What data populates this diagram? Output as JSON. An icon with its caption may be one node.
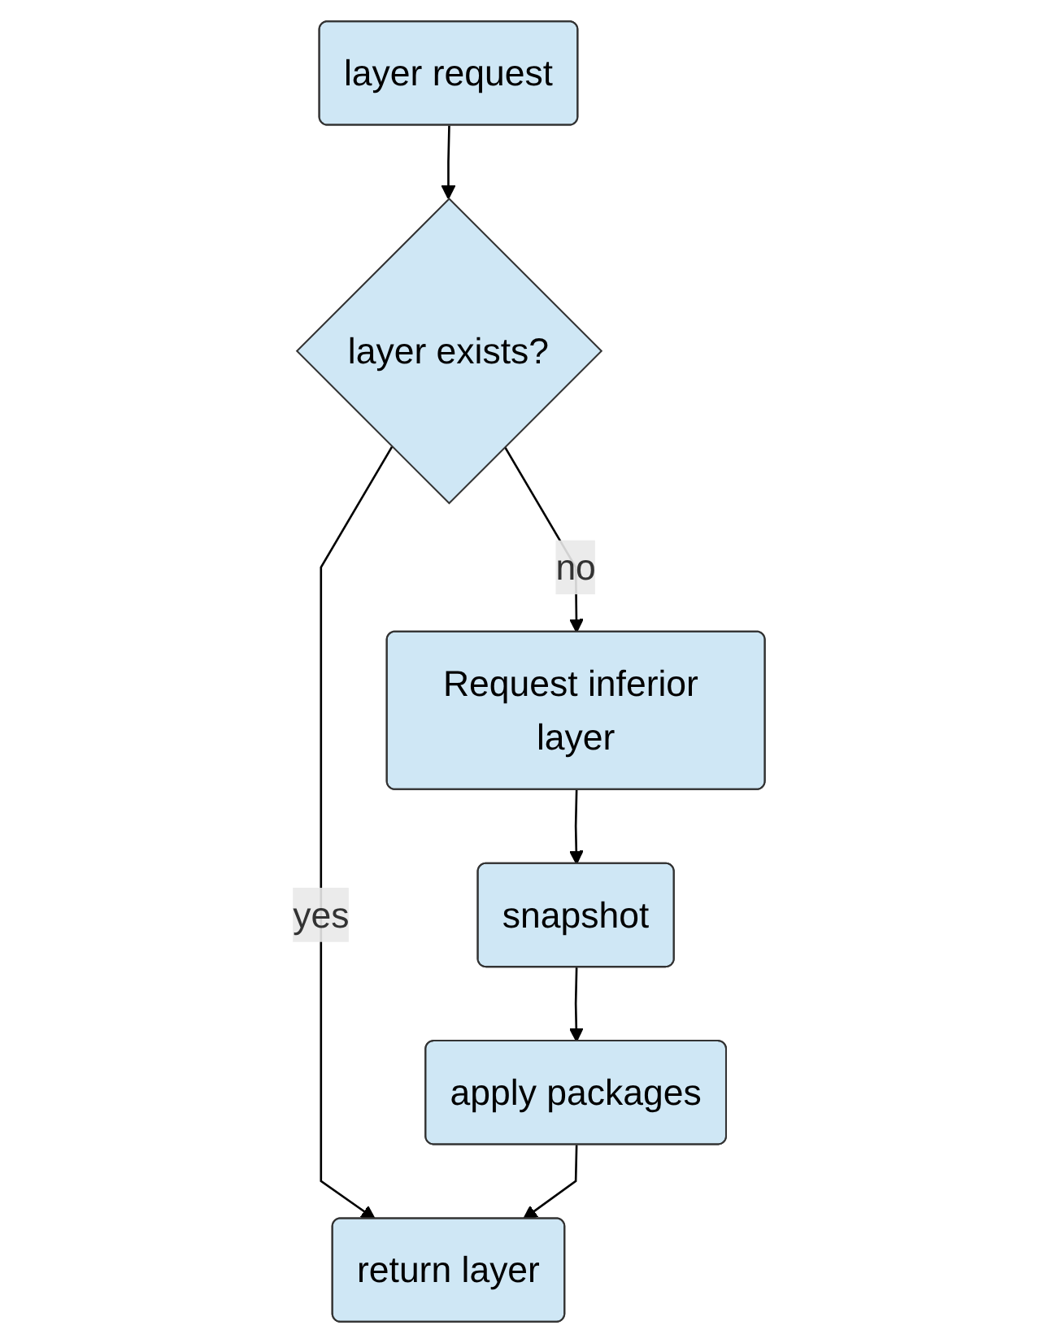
{
  "diagram": {
    "nodes": [
      {
        "text": [
          "layer request"
        ]
      },
      {
        "text": [
          "layer exists?"
        ]
      },
      {
        "text": [
          "Request inferior layer"
        ]
      },
      {
        "text": [
          "snapshot"
        ]
      },
      {
        "text": [
          "apply packages"
        ]
      },
      {
        "text": [
          "return layer"
        ]
      }
    ],
    "edges": [
      {
        "from": 0,
        "to": 1,
        "arrow": "to"
      },
      {
        "from": 1,
        "to": 5,
        "label": "yes",
        "arrow": "to"
      },
      {
        "from": 1,
        "to": 2,
        "label": "no",
        "arrow": "to"
      },
      {
        "from": 2,
        "to": 3,
        "arrow": "to"
      },
      {
        "from": 3,
        "to": 4,
        "arrow": "to"
      },
      {
        "from": 4,
        "to": 5,
        "arrow": "to"
      }
    ]
  }
}
